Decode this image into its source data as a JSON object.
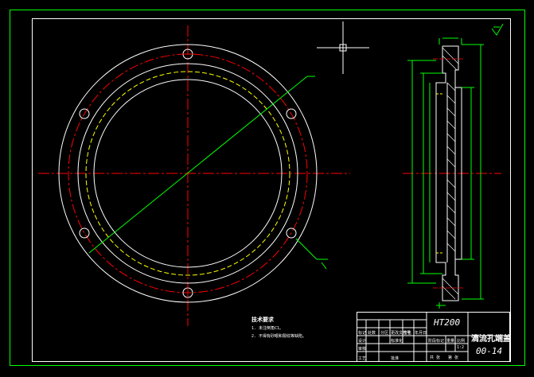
{
  "drawing": {
    "material": "HT200",
    "part_name": "滴流孔端盖",
    "drawing_number": "00-14",
    "tech_requirements": {
      "title": "技术要求",
      "lines": [
        "1. 未注倒角C1。",
        "2. 不得有砂眼和裂纹等缺陷。"
      ]
    },
    "title_block_labels": {
      "mark": "标记",
      "count": "处数",
      "zone": "分区",
      "change_doc": "更改文件号",
      "signature": "签名",
      "date": "年月日",
      "design": "设计",
      "standardize": "标准化",
      "check": "审核",
      "process": "工艺",
      "approve": "批准",
      "stage_mark": "阶段标记",
      "weight": "重量",
      "scale": "比例",
      "sheet_total": "共 张",
      "sheet_no": "第 张",
      "scale_value": "1:2"
    }
  },
  "colors": {
    "background": "#000000",
    "border": "#00ff00",
    "outline": "#ffffff",
    "centerline": "#ff0000",
    "dimension": "#00ff00",
    "hidden": "#ffff00"
  }
}
